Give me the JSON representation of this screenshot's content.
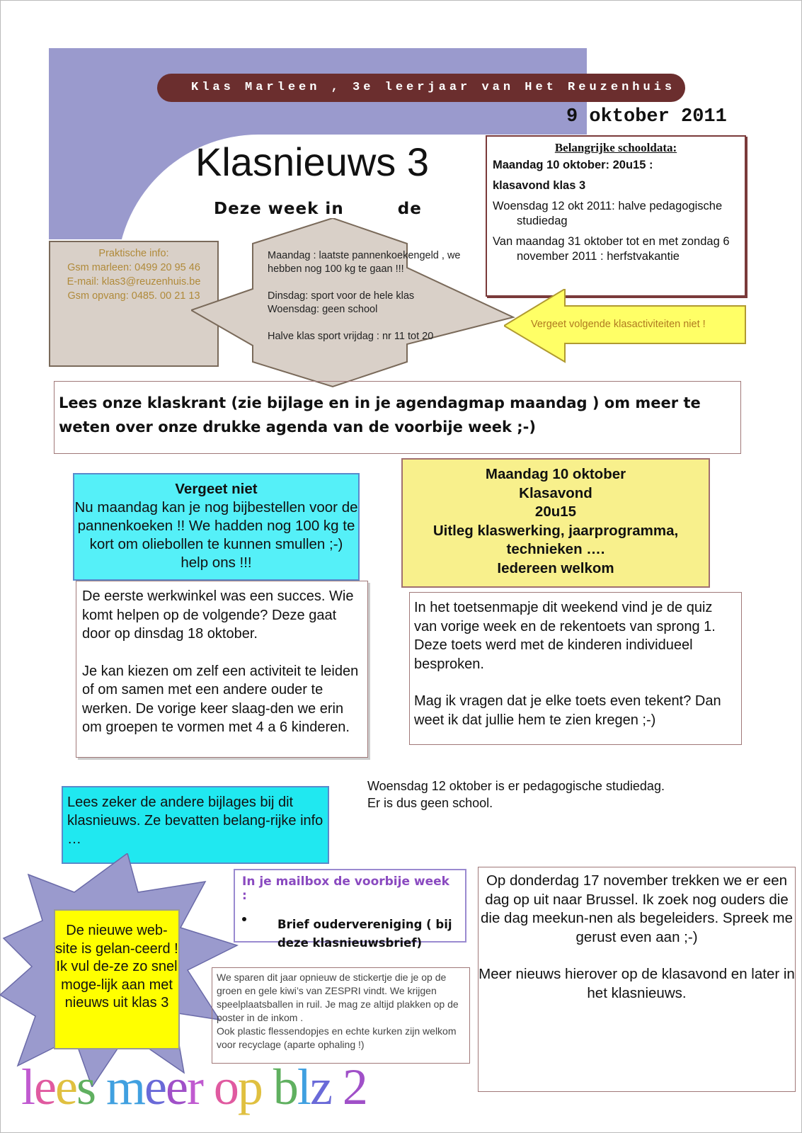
{
  "header": {
    "bar_text": "Klas Marleen , 3e leerjaar van Het Reuzenhuis",
    "date": "9 oktober 2011",
    "title": "Klasnieuws 3",
    "subtitle_part1": "Deze week in",
    "subtitle_part2": "de"
  },
  "schooldata": {
    "heading": "Belangrijke schooldata:",
    "line1": "Maandag 10 oktober: 20u15 :",
    "line2": "klasavond klas 3",
    "line3": "Woensdag 12 okt 2011: halve pedagogische studiedag",
    "line4": "Van maandag 31 oktober tot en met zondag 6 november 2011 : herfstvakantie"
  },
  "praktische_info": {
    "label": "Praktische info:",
    "gsm_marleen": "Gsm marleen: 0499 20 95 46",
    "email": "E-mail: klas3@reuzenhuis.be",
    "gsm_opvang": "Gsm opvang: 0485. 00 21 13"
  },
  "week": {
    "maandag": "Maandag : laatste pannenkoekengeld , we hebben nog 100 kg te gaan !!!",
    "dinsdag": "Dinsdag: sport voor de hele klas",
    "woensdag": "Woensdag: geen school",
    "halve_klas": "Halve klas sport vrijdag : nr 11 tot 20"
  },
  "arrow_note": "Vergeet volgende klasactiviteiten niet !",
  "klaskrant": "Lees onze klaskrant (zie bijlage en in je agendagmap maandag ) om meer te weten over onze drukke agenda van de voorbije week ;-)",
  "vergeet_niet": {
    "heading": "Vergeet niet",
    "body": "Nu maandag kan je nog bijbestellen voor de pannenkoeken !! We hadden nog 100 kg te kort om oliebollen te kunnen smullen ;-) help ons !!!"
  },
  "klasavond": {
    "line1": "Maandag 10 oktober",
    "line2": "Klasavond",
    "line3": "20u15",
    "line4": "Uitleg klaswerking, jaarprogramma, technieken ….",
    "line5": "Iedereen welkom"
  },
  "werkwinkel": {
    "p1": "De eerste werkwinkel was een succes. Wie komt helpen op de volgende? Deze gaat door op dinsdag 18 oktober.",
    "p2": "Je kan kiezen om zelf een activiteit te leiden of om samen met een andere ouder te werken. De vorige keer slaag-den we erin om groepen te vormen met 4 a 6 kinderen."
  },
  "toetsen": {
    "p1": "In het toetsenmapje dit weekend vind je de quiz van vorige week en de rekentoets van sprong 1. Deze toets werd met de kinderen individueel besproken.",
    "p2": "Mag ik vragen dat je elke toets even tekent? Dan weet ik dat jullie hem te zien kregen ;-)"
  },
  "studiedag": {
    "line1": "Woensdag 12 oktober is er pedagogische studiedag.",
    "line2": "Er is dus geen school."
  },
  "bijlages": "Lees zeker de andere bijlages bij dit klasnieuws. Ze bevatten belang-rijke info …",
  "website": "De nieuwe web-site is gelan-ceerd ! Ik vul de-ze zo snel moge-lijk aan met nieuws uit klas 3",
  "mailbox": {
    "heading": "In je mailbox de voorbije week :",
    "item": "Brief oudervereniging ( bij deze klasnieuwsbrief)"
  },
  "stickers": {
    "p1": "We sparen dit jaar opnieuw de stickertje die je op de groen en gele kiwi’s van ZESPRI vindt. We krijgen speelplaatsballen in ruil. Je mag ze altijd plakken op de poster in de inkom .",
    "p2": "Ook plastic flessendopjes en echte kurken zijn welkom voor recyclage (aparte ophaling !)"
  },
  "brussel": {
    "p1": "Op donderdag 17 november trekken we er een dag op uit naar Brussel. Ik zoek nog ouders die die dag meekun-nen als begeleiders. Spreek me gerust even aan ;-)",
    "p2": "Meer nieuws hierover op de klasavond en later in het klasnieuws."
  },
  "lees_meer": "lees meer op blz 2",
  "colors": {
    "purple": "#9a9acd",
    "bar": "#6b2e2e",
    "cyan": "#55f0f8",
    "yellow": "#f8f08c",
    "bright_yellow": "#ffff00",
    "info_beige": "#d9d0c8",
    "arrow_yellow": "#ffff66"
  }
}
